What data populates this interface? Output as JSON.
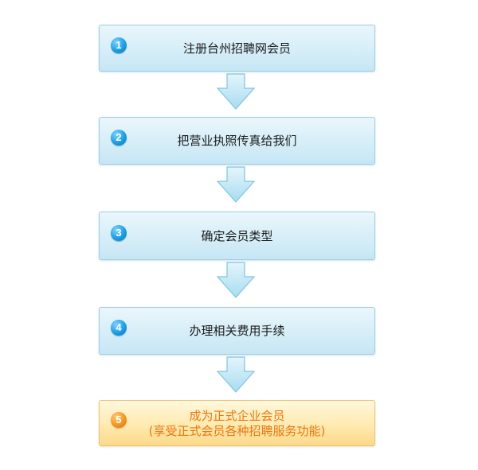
{
  "flow": {
    "steps": [
      {
        "number": "1",
        "label": "注册台州招聘网会员"
      },
      {
        "number": "2",
        "label": "把营业执照传真给我们"
      },
      {
        "number": "3",
        "label": "确定会员类型"
      },
      {
        "number": "4",
        "label": "办理相关费用手续"
      }
    ],
    "final_step": {
      "number": "5",
      "line1": "成为正式企业会员",
      "line2": "(享受正式会员各种招聘服务功能)"
    }
  },
  "colors": {
    "step_fill": "#d6eef8",
    "step_border": "#9fcde2",
    "final_fill": "#ffeab0",
    "final_border": "#e9c27a",
    "final_text": "#e7770f",
    "badge_blue": "#1a9ee6",
    "badge_orange": "#f5961e",
    "arrow_fill": "#bfe6f6",
    "arrow_stroke": "#7cc4e2"
  }
}
